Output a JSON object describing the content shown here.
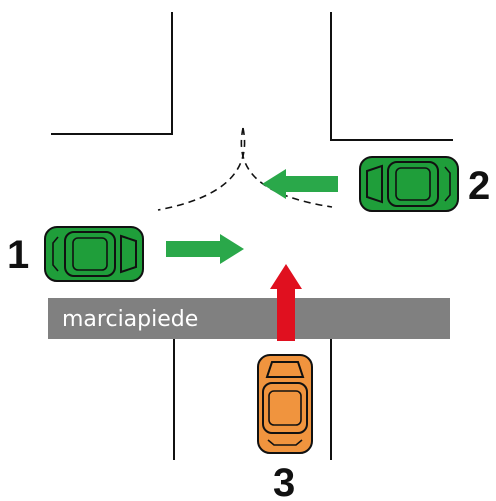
{
  "sidewalk": {
    "label": "marciapiede",
    "color": "#808080"
  },
  "cars": [
    {
      "id": "car-1",
      "number": "1",
      "color": "#1f9e3a",
      "direction": "east"
    },
    {
      "id": "car-2",
      "number": "2",
      "color": "#1f9e3a",
      "direction": "west"
    },
    {
      "id": "car-3",
      "number": "3",
      "color": "#f0943e",
      "direction": "north"
    }
  ],
  "arrows": [
    {
      "for": "car-1",
      "color": "#2aa84a"
    },
    {
      "for": "car-2",
      "color": "#2aa84a"
    },
    {
      "for": "car-3",
      "color": "#e0101f"
    }
  ]
}
